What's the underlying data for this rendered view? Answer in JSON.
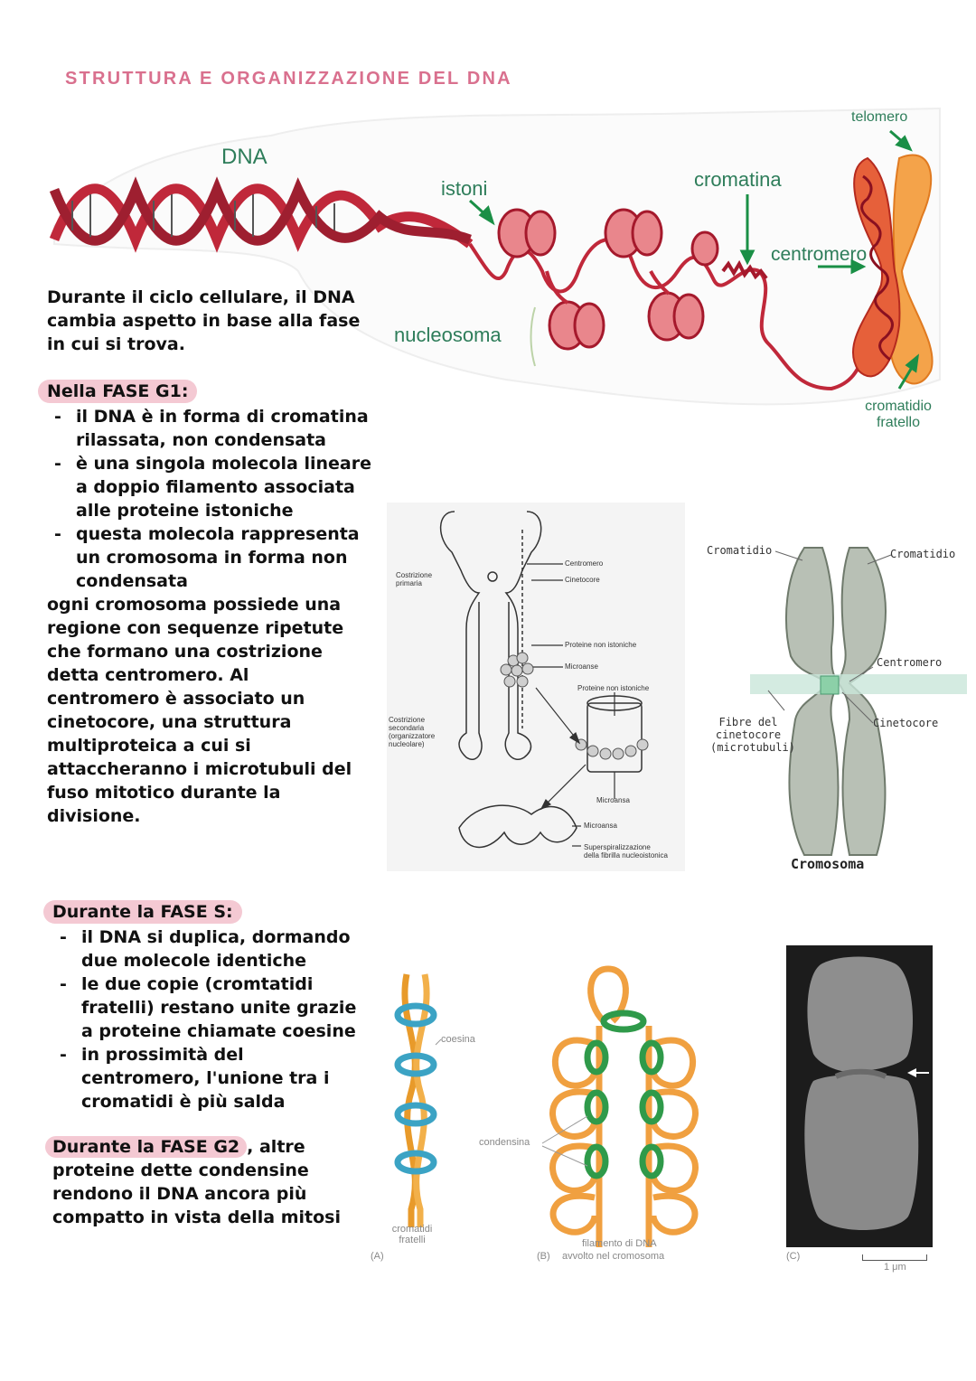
{
  "title": "STRUTTURA E ORGANIZZAZIONE DEL DNA",
  "intro": "Durante il ciclo cellulare, il DNA cambia aspetto in base alla fase in cui si trova.",
  "top_diagram": {
    "dna": "DNA",
    "istoni": "istoni",
    "cromatina": "cromatina",
    "telomero": "telomero",
    "centromero": "centromero",
    "nucleosoma": "nucleosoma",
    "cromatidio_fratello_1": "cromatidio",
    "cromatidio_fratello_2": "fratello"
  },
  "g1": {
    "heading": "Nella FASE G1:",
    "bullets": [
      "il DNA è in forma di cromatina rilassata, non condensata",
      "è una singola molecola lineare a doppio filamento associata alle proteine istoniche",
      "questa molecola rappresenta un cromosoma in forma non condensata"
    ],
    "paragraph": "ogni cromosoma possiede una regione con sequenze ripetute che formano una costrizione detta centromero. Al centromero è associato un cinetocore, una struttura multiproteica a cui si attaccheranno i microtubuli del fuso mitotico durante la divisione."
  },
  "mid_diagram": {
    "costrizione_primaria": [
      "Costrizione",
      "primaria"
    ],
    "costrizione_secondaria": [
      "Costrizione",
      "secondaria",
      "(organizzatore",
      "nucleolare)"
    ],
    "centromero": "Centromero",
    "cinetocore": "Cinetocore",
    "proteine_1": "Proteine non istoniche",
    "microanse": "Microanse",
    "proteine_2": "Proteine non istoniche",
    "microansa_1": "Microansa",
    "microansa_2": "Microansa",
    "superspiral": [
      "Superspiralizzazione",
      "della fibrilla nucleoistonica"
    ]
  },
  "right_diagram": {
    "cromatidio_left": "Cromatidio",
    "cromatidio_right": "Cromatidio",
    "centromero": "Centromero",
    "fibre": [
      "Fibre del",
      "cinetocore",
      "(microtubuli)"
    ],
    "cinetocore": "Cinetocore",
    "caption": "Cromosoma"
  },
  "s_phase": {
    "heading": "Durante la FASE S:",
    "bullets": [
      "il DNA si duplica, dormando due molecole identiche",
      "le due copie (cromtatidi fratelli) restano unite grazie a proteine chiamate coesine",
      "in prossimità del centromero, l'unione tra i cromatidi è più salda"
    ]
  },
  "g2": {
    "heading": "Durante la FASE G2",
    "rest": ", altre proteine dette condensine rendono il DNA ancora più compatto in vista della mitosi"
  },
  "bottom_figures": {
    "coesina": "coesina",
    "cromatidi": "cromatidi",
    "fratelli": "fratelli",
    "label_a": "(A)",
    "condensina": "condensina",
    "filamento": "filamento di DNA",
    "avvolto": "avvolto nel cromosoma",
    "label_b": "(B)",
    "label_c": "(C)",
    "scale": "1 μm"
  },
  "colors": {
    "title": "#d9708e",
    "highlight": "#f4c9d3",
    "dna_red": "#c0283a",
    "label_green": "#2e7d5a",
    "orange": "#f0a040",
    "cohesin_blue": "#3ba3c4",
    "condensin_green": "#2f9a4a"
  }
}
